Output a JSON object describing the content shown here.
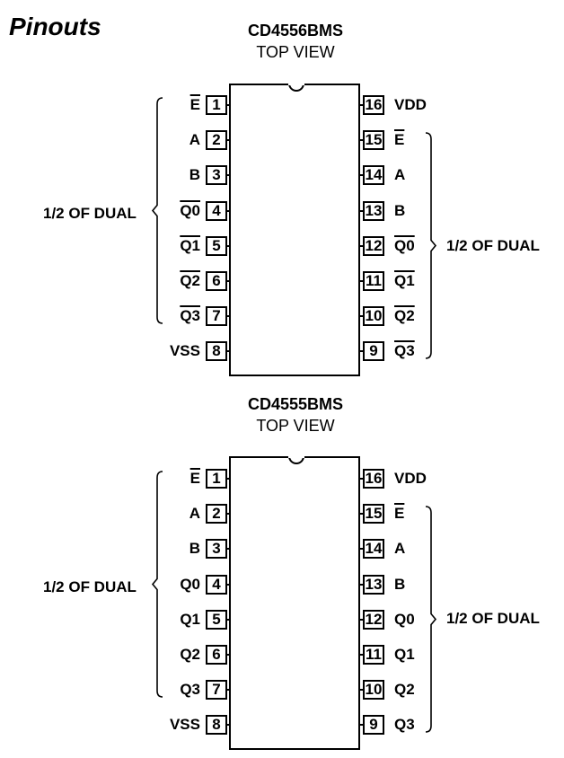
{
  "heading": "Pinouts",
  "chips": [
    {
      "name": "CD4556BMS",
      "view": "TOP VIEW",
      "left_pins": [
        {
          "num": "1",
          "label": "E",
          "bar": true
        },
        {
          "num": "2",
          "label": "A",
          "bar": false
        },
        {
          "num": "3",
          "label": "B",
          "bar": false
        },
        {
          "num": "4",
          "label": "Q0",
          "bar": true
        },
        {
          "num": "5",
          "label": "Q1",
          "bar": true
        },
        {
          "num": "6",
          "label": "Q2",
          "bar": true
        },
        {
          "num": "7",
          "label": "Q3",
          "bar": true
        },
        {
          "num": "8",
          "label": "VSS",
          "bar": false
        }
      ],
      "right_pins": [
        {
          "num": "16",
          "label": "VDD",
          "bar": false
        },
        {
          "num": "15",
          "label": "E",
          "bar": true
        },
        {
          "num": "14",
          "label": "A",
          "bar": false
        },
        {
          "num": "13",
          "label": "B",
          "bar": false
        },
        {
          "num": "12",
          "label": "Q0",
          "bar": true
        },
        {
          "num": "11",
          "label": "Q1",
          "bar": true
        },
        {
          "num": "10",
          "label": "Q2",
          "bar": true
        },
        {
          "num": "9",
          "label": "Q3",
          "bar": true
        }
      ],
      "left_group_label": "1/2 OF DUAL",
      "right_group_label": "1/2 OF DUAL"
    },
    {
      "name": "CD4555BMS",
      "view": "TOP VIEW",
      "left_pins": [
        {
          "num": "1",
          "label": "E",
          "bar": true
        },
        {
          "num": "2",
          "label": "A",
          "bar": false
        },
        {
          "num": "3",
          "label": "B",
          "bar": false
        },
        {
          "num": "4",
          "label": "Q0",
          "bar": false
        },
        {
          "num": "5",
          "label": "Q1",
          "bar": false
        },
        {
          "num": "6",
          "label": "Q2",
          "bar": false
        },
        {
          "num": "7",
          "label": "Q3",
          "bar": false
        },
        {
          "num": "8",
          "label": "VSS",
          "bar": false
        }
      ],
      "right_pins": [
        {
          "num": "16",
          "label": "VDD",
          "bar": false
        },
        {
          "num": "15",
          "label": "E",
          "bar": true
        },
        {
          "num": "14",
          "label": "A",
          "bar": false
        },
        {
          "num": "13",
          "label": "B",
          "bar": false
        },
        {
          "num": "12",
          "label": "Q0",
          "bar": false
        },
        {
          "num": "11",
          "label": "Q1",
          "bar": false
        },
        {
          "num": "10",
          "label": "Q2",
          "bar": false
        },
        {
          "num": "9",
          "label": "Q3",
          "bar": false
        }
      ],
      "left_group_label": "1/2 OF DUAL",
      "right_group_label": "1/2 OF DUAL"
    }
  ]
}
